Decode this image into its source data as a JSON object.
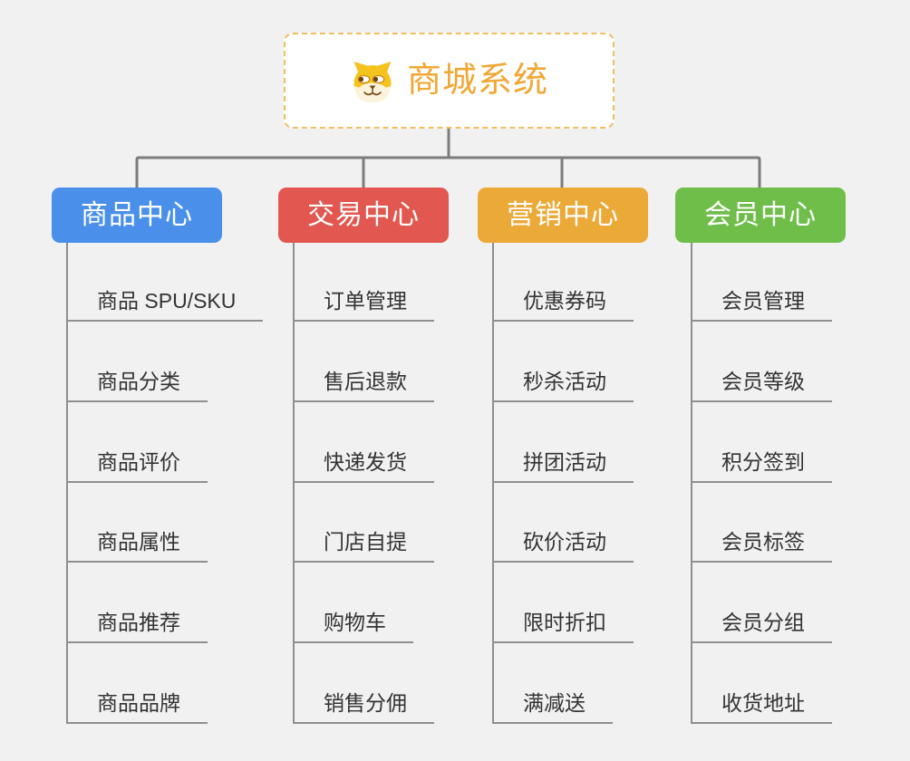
{
  "root": {
    "title": "商城系统",
    "icon": "dog-face-icon",
    "accent_color": "#F1A733",
    "border_color": "#F2BE62"
  },
  "styles": {
    "background": "#F1F1F2",
    "connector_color": "#7C7C7C",
    "underline_color": "#8F8F8F",
    "subtopic_text_color": "#333333"
  },
  "branches": [
    {
      "label": "商品中心",
      "color": "#4A8FE9",
      "items": [
        "商品 SPU/SKU",
        "商品分类",
        "商品评价",
        "商品属性",
        "商品推荐",
        "商品品牌"
      ]
    },
    {
      "label": "交易中心",
      "color": "#E2574F",
      "items": [
        "订单管理",
        "售后退款",
        "快递发货",
        "门店自提",
        "购物车",
        "销售分佣"
      ]
    },
    {
      "label": "营销中心",
      "color": "#EBA938",
      "items": [
        "优惠券码",
        "秒杀活动",
        "拼团活动",
        "砍价活动",
        "限时折扣",
        "满减送"
      ]
    },
    {
      "label": "会员中心",
      "color": "#6FBE4A",
      "items": [
        "会员管理",
        "会员等级",
        "积分签到",
        "会员标签",
        "会员分组",
        "收货地址"
      ]
    }
  ]
}
